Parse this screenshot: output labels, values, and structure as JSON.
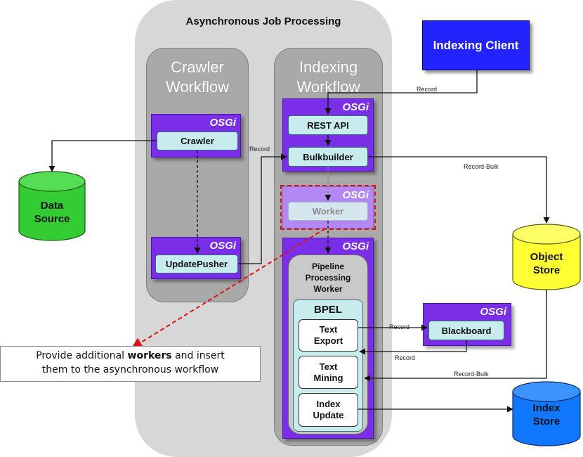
{
  "title": "Asynchronous Job Processing",
  "crawler_workflow": {
    "title_line1": "Crawler",
    "title_line2": "Workflow"
  },
  "indexing_workflow": {
    "title_line1": "Indexing",
    "title_line2": "Workflow"
  },
  "osgi_label": "OSGi",
  "components": {
    "crawler": "Crawler",
    "update_pusher": "UpdatePusher",
    "rest_api": "REST API",
    "bulkbuilder": "Bulkbuilder",
    "worker": "Worker",
    "blackboard": "Blackboard"
  },
  "pipeline": {
    "title_line1": "Pipeline",
    "title_line2": "Processing",
    "title_line3": "Worker",
    "bpel_label": "BPEL",
    "steps": [
      {
        "line1": "Text",
        "line2": "Export"
      },
      {
        "line1": "Text",
        "line2": "Mining"
      },
      {
        "line1": "Index",
        "line2": "Update"
      }
    ]
  },
  "indexing_client": "Indexing Client",
  "stores": {
    "data_source": {
      "line1": "Data",
      "line2": "Source",
      "color": "#33cc33"
    },
    "object_store": {
      "line1": "Object",
      "line2": "Store",
      "color": "#ffff33"
    },
    "index_store": {
      "line1": "Index",
      "line2": "Store",
      "color": "#1177ff"
    }
  },
  "edge_labels": {
    "client_record": "Record",
    "crawler_record": "Record",
    "record_bulk_top": "Record-Bulk",
    "record_to_blackboard": "Record",
    "record_from_blackboard": "Record",
    "record_bulk_bottom": "Record-Bulk"
  },
  "note": {
    "prefix": "Provide additional ",
    "bold": "workers",
    "suffix": " and insert",
    "line2": "them to the asynchronous workflow"
  },
  "colors": {
    "osgi_purple": "#7a2ee8",
    "component_fill": "#c8ecee",
    "highlight_red": "#e01010"
  }
}
